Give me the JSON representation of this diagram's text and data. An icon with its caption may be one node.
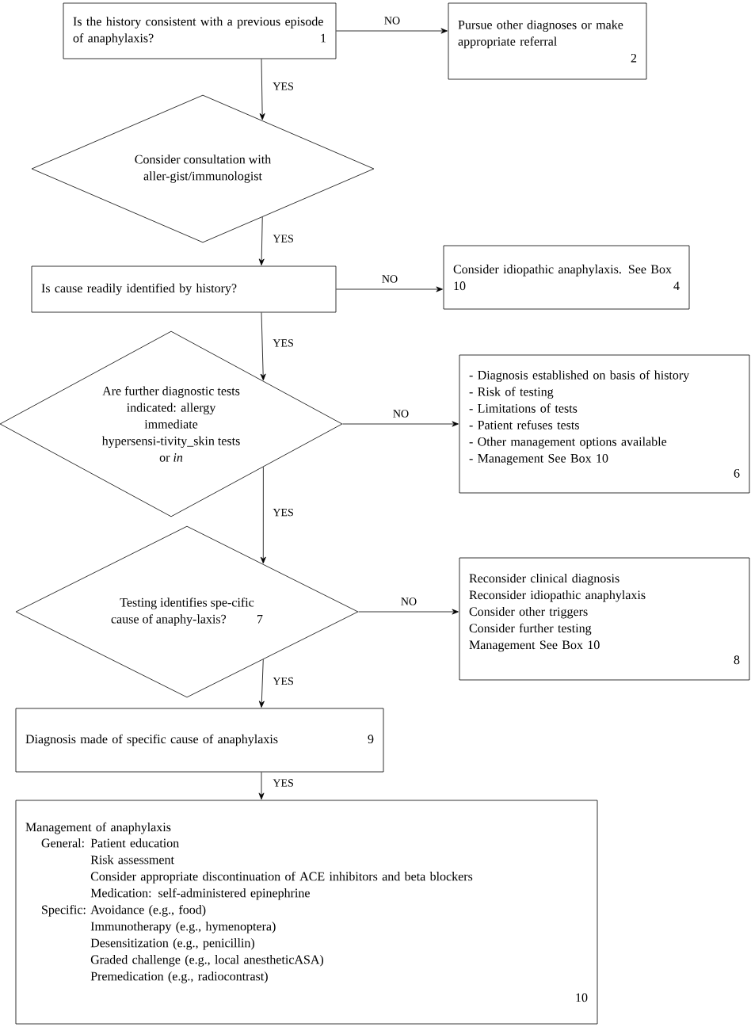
{
  "diagram": {
    "nodes": [
      {
        "text": [
          "Is the history consistent with a previous episode of anaphylaxis?",
          "1"
        ]
      },
      {
        "text": [
          "Pursue other diagnoses or make appropriate referral",
          "2"
        ]
      },
      {
        "text": [
          "Consider consultation with aller-gist/immunologist"
        ]
      },
      {
        "text": [
          "Is cause readily identified by history?"
        ]
      },
      {
        "text": [
          "Consider idiopathic anaphylaxis. See Box 10",
          "4"
        ]
      },
      {
        "text": [
          "Are further diagnostic tests indicated: allergy immediate hypersensi-tivity_skin tests or *in*"
        ]
      },
      {
        "text": [
          "- Diagnosis established on basis of history",
          "- Risk of testing",
          "- Limitations of tests",
          "- Patient refuses tests",
          "- Other management options available",
          "- Management See Box 10",
          "6"
        ]
      },
      {
        "text": [
          "Testing identifies spe-cific cause of anaphy-laxis?",
          "7"
        ]
      },
      {
        "text": [
          "Reconsider clinical diagnosis",
          "Reconsider idiopathic anaphylaxis",
          "Consider other triggers",
          "Consider further testing",
          "Management See Box 10",
          "8"
        ]
      },
      {
        "text": [
          "Diagnosis made of specific cause of anaphylaxis",
          "9"
        ]
      },
      {
        "text": [
          "Management of anaphylaxis",
          "General:",
          "Patient education",
          "Risk assessment",
          "Consider appropriate discontinuation of ACE inhibitors and beta blockers",
          "Medication: self-administered epinephrine",
          "Specific:",
          "Avoidance (e.g., food)",
          "Immunotherapy (e.g., hymenoptera)",
          "Desensitization (e.g., penicillin)",
          "Graded challenge (e.g., local anestheticASA)",
          "Premedication (e.g., radiocontrast)",
          "10"
        ]
      }
    ],
    "edges": [
      {
        "from": 0,
        "to": 1,
        "arrow": "to",
        "label": "NO"
      },
      {
        "from": 0,
        "to": 2,
        "arrow": "to",
        "label": "YES"
      },
      {
        "from": 2,
        "to": 3,
        "arrow": "to",
        "label": "YES"
      },
      {
        "from": 3,
        "to": 4,
        "arrow": "to",
        "label": "NO"
      },
      {
        "from": 3,
        "to": 5,
        "arrow": "to",
        "label": "YES"
      },
      {
        "from": 5,
        "to": 6,
        "arrow": "to",
        "label": "NO"
      },
      {
        "from": 5,
        "to": 7,
        "arrow": "to",
        "label": "YES"
      },
      {
        "from": 7,
        "to": 8,
        "arrow": "to",
        "label": "NO"
      },
      {
        "from": 7,
        "to": 9,
        "arrow": "to",
        "label": "YES"
      },
      {
        "from": 9,
        "to": 10,
        "arrow": "to",
        "label": "YES"
      }
    ]
  }
}
